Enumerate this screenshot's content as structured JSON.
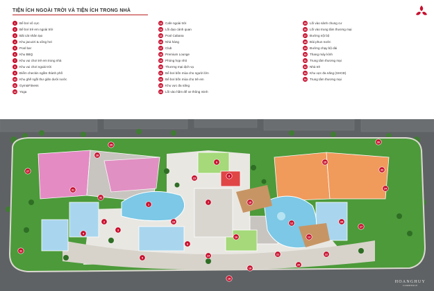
{
  "legend": {
    "title": "TIỆN ÍCH NGOÀI TRỜI VÀ TIỆN ÍCH TRONG NHÀ",
    "columns": [
      [
        {
          "n": "1",
          "label": "Bể bơi vô cực"
        },
        {
          "n": "2",
          "label": "Bể bơi trẻ em ngoài trời"
        },
        {
          "n": "3",
          "label": "Bãi cát nhân tạo"
        },
        {
          "n": "4",
          "label": "Khu jacuzzi & xông hơi"
        },
        {
          "n": "5",
          "label": "Pool bar"
        },
        {
          "n": "6",
          "label": "Khu BBQ"
        },
        {
          "n": "7",
          "label": "Khu vui chơi trẻ em trong nhà"
        },
        {
          "n": "8",
          "label": "Khu vui chơi ngoài trời"
        },
        {
          "n": "9",
          "label": "Điểm checkin ngắm thành phố"
        },
        {
          "n": "10",
          "label": "Khu ghế ngồi thư giãn dưới nước"
        },
        {
          "n": "11",
          "label": "Gym&Fitness"
        },
        {
          "n": "12",
          "label": "Yoga"
        }
      ],
      [
        {
          "n": "13",
          "label": "Cafe ngoài trời"
        },
        {
          "n": "14",
          "label": "Lối dạo cảnh quan"
        },
        {
          "n": "15",
          "label": "Pool Cabana"
        },
        {
          "n": "16",
          "label": "Nhà hàng"
        },
        {
          "n": "17",
          "label": "Club"
        },
        {
          "n": "18",
          "label": "Premium Lounge"
        },
        {
          "n": "19",
          "label": "Phòng họp nhỏ"
        },
        {
          "n": "20",
          "label": "Thương mại dịch vụ"
        },
        {
          "n": "21",
          "label": "Bể bơi bốn mùa cho người lớn"
        },
        {
          "n": "22",
          "label": "Bể bơi bốn mùa cho trẻ em"
        },
        {
          "n": "23",
          "label": "Khu vực đa năng"
        },
        {
          "n": "24",
          "label": "Lối vào hầm để xe thông minh"
        }
      ],
      [
        {
          "n": "25",
          "label": "Lối vào sảnh chung cư"
        },
        {
          "n": "26",
          "label": "Lối vào trung tâm thương mại"
        },
        {
          "n": "27",
          "label": "Đường nội bộ"
        },
        {
          "n": "28",
          "label": "Đài phun nước"
        },
        {
          "n": "29",
          "label": "Đường chạy bộ dài"
        },
        {
          "n": "30",
          "label": "Thang máy kính"
        },
        {
          "n": "31",
          "label": "Trung tâm thương mại"
        },
        {
          "n": "32",
          "label": "Nhà trẻ"
        },
        {
          "n": "33",
          "label": "Khu vực đa năng (SHCĐ)"
        },
        {
          "n": "34",
          "label": "Trung tâm thương mại"
        }
      ]
    ]
  },
  "brand": {
    "name": "HOANGHUY",
    "sub": "COMMERCE"
  },
  "colors": {
    "marker": "#c8102e",
    "pink": "#e48bc4",
    "orange": "#f09a5c",
    "lightblue": "#a9d6ee",
    "green": "#a5d97a",
    "pool": "#7cc8e6",
    "lawn": "#4c9a3a",
    "road": "#5f6264",
    "plaza": "#e9e7e2"
  },
  "map_markers": [
    {
      "n": "29"
    },
    {
      "n": "28"
    },
    {
      "n": "27"
    },
    {
      "n": "26"
    },
    {
      "n": "25"
    },
    {
      "n": "31"
    },
    {
      "n": "32"
    },
    {
      "n": "33"
    },
    {
      "n": "34"
    },
    {
      "n": "1"
    },
    {
      "n": "2"
    },
    {
      "n": "3"
    },
    {
      "n": "4"
    },
    {
      "n": "5"
    },
    {
      "n": "6"
    },
    {
      "n": "7"
    },
    {
      "n": "8"
    },
    {
      "n": "9"
    },
    {
      "n": "10"
    },
    {
      "n": "11"
    },
    {
      "n": "12"
    },
    {
      "n": "13"
    },
    {
      "n": "14"
    },
    {
      "n": "15"
    },
    {
      "n": "16"
    },
    {
      "n": "17"
    },
    {
      "n": "18"
    },
    {
      "n": "19"
    },
    {
      "n": "20"
    },
    {
      "n": "21"
    },
    {
      "n": "22"
    },
    {
      "n": "23"
    },
    {
      "n": "24"
    }
  ]
}
